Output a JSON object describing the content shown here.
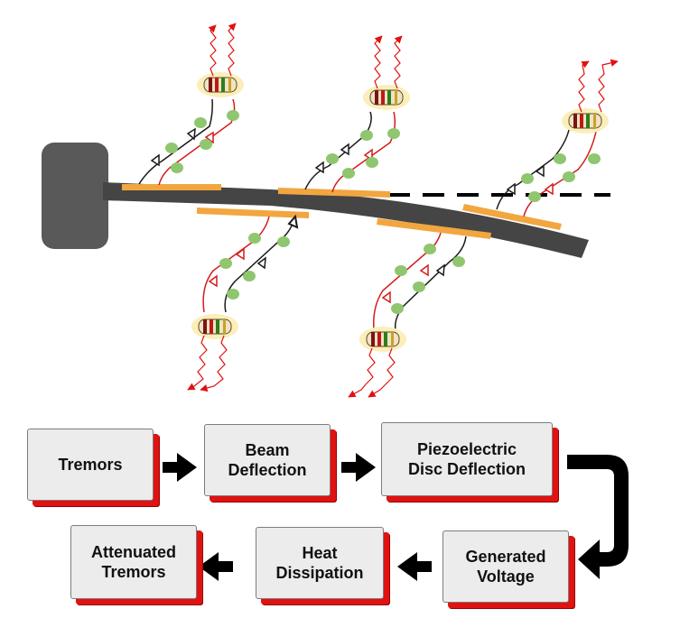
{
  "figure": {
    "colors": {
      "beam": "#454545",
      "clamp": "#595959",
      "piezo_patch": "#f2a640",
      "circuit_positive": "#d41c1c",
      "circuit_negative": "#1a1a1a",
      "electron": "#8fc66f",
      "resistor_glow": "#fbeeb9",
      "heat_wave": "#e01212",
      "box_fill": "#ececec",
      "box_shadow": "#e01212",
      "arrow": "#000000"
    },
    "icons": [
      "clamp-block",
      "cantilever-beam",
      "piezo-patch",
      "electron-icon",
      "resistor-icon",
      "heat-wave-icon",
      "flow-arrow"
    ]
  },
  "flow": {
    "steps": [
      {
        "lines": [
          "Tremors"
        ]
      },
      {
        "lines": [
          "Beam",
          "Deflection"
        ]
      },
      {
        "lines": [
          "Piezoelectric",
          "Disc Deflection"
        ]
      },
      {
        "lines": [
          "Generated",
          "Voltage"
        ]
      },
      {
        "lines": [
          "Heat",
          "Dissipation"
        ]
      },
      {
        "lines": [
          "Attenuated",
          "Tremors"
        ]
      }
    ]
  }
}
